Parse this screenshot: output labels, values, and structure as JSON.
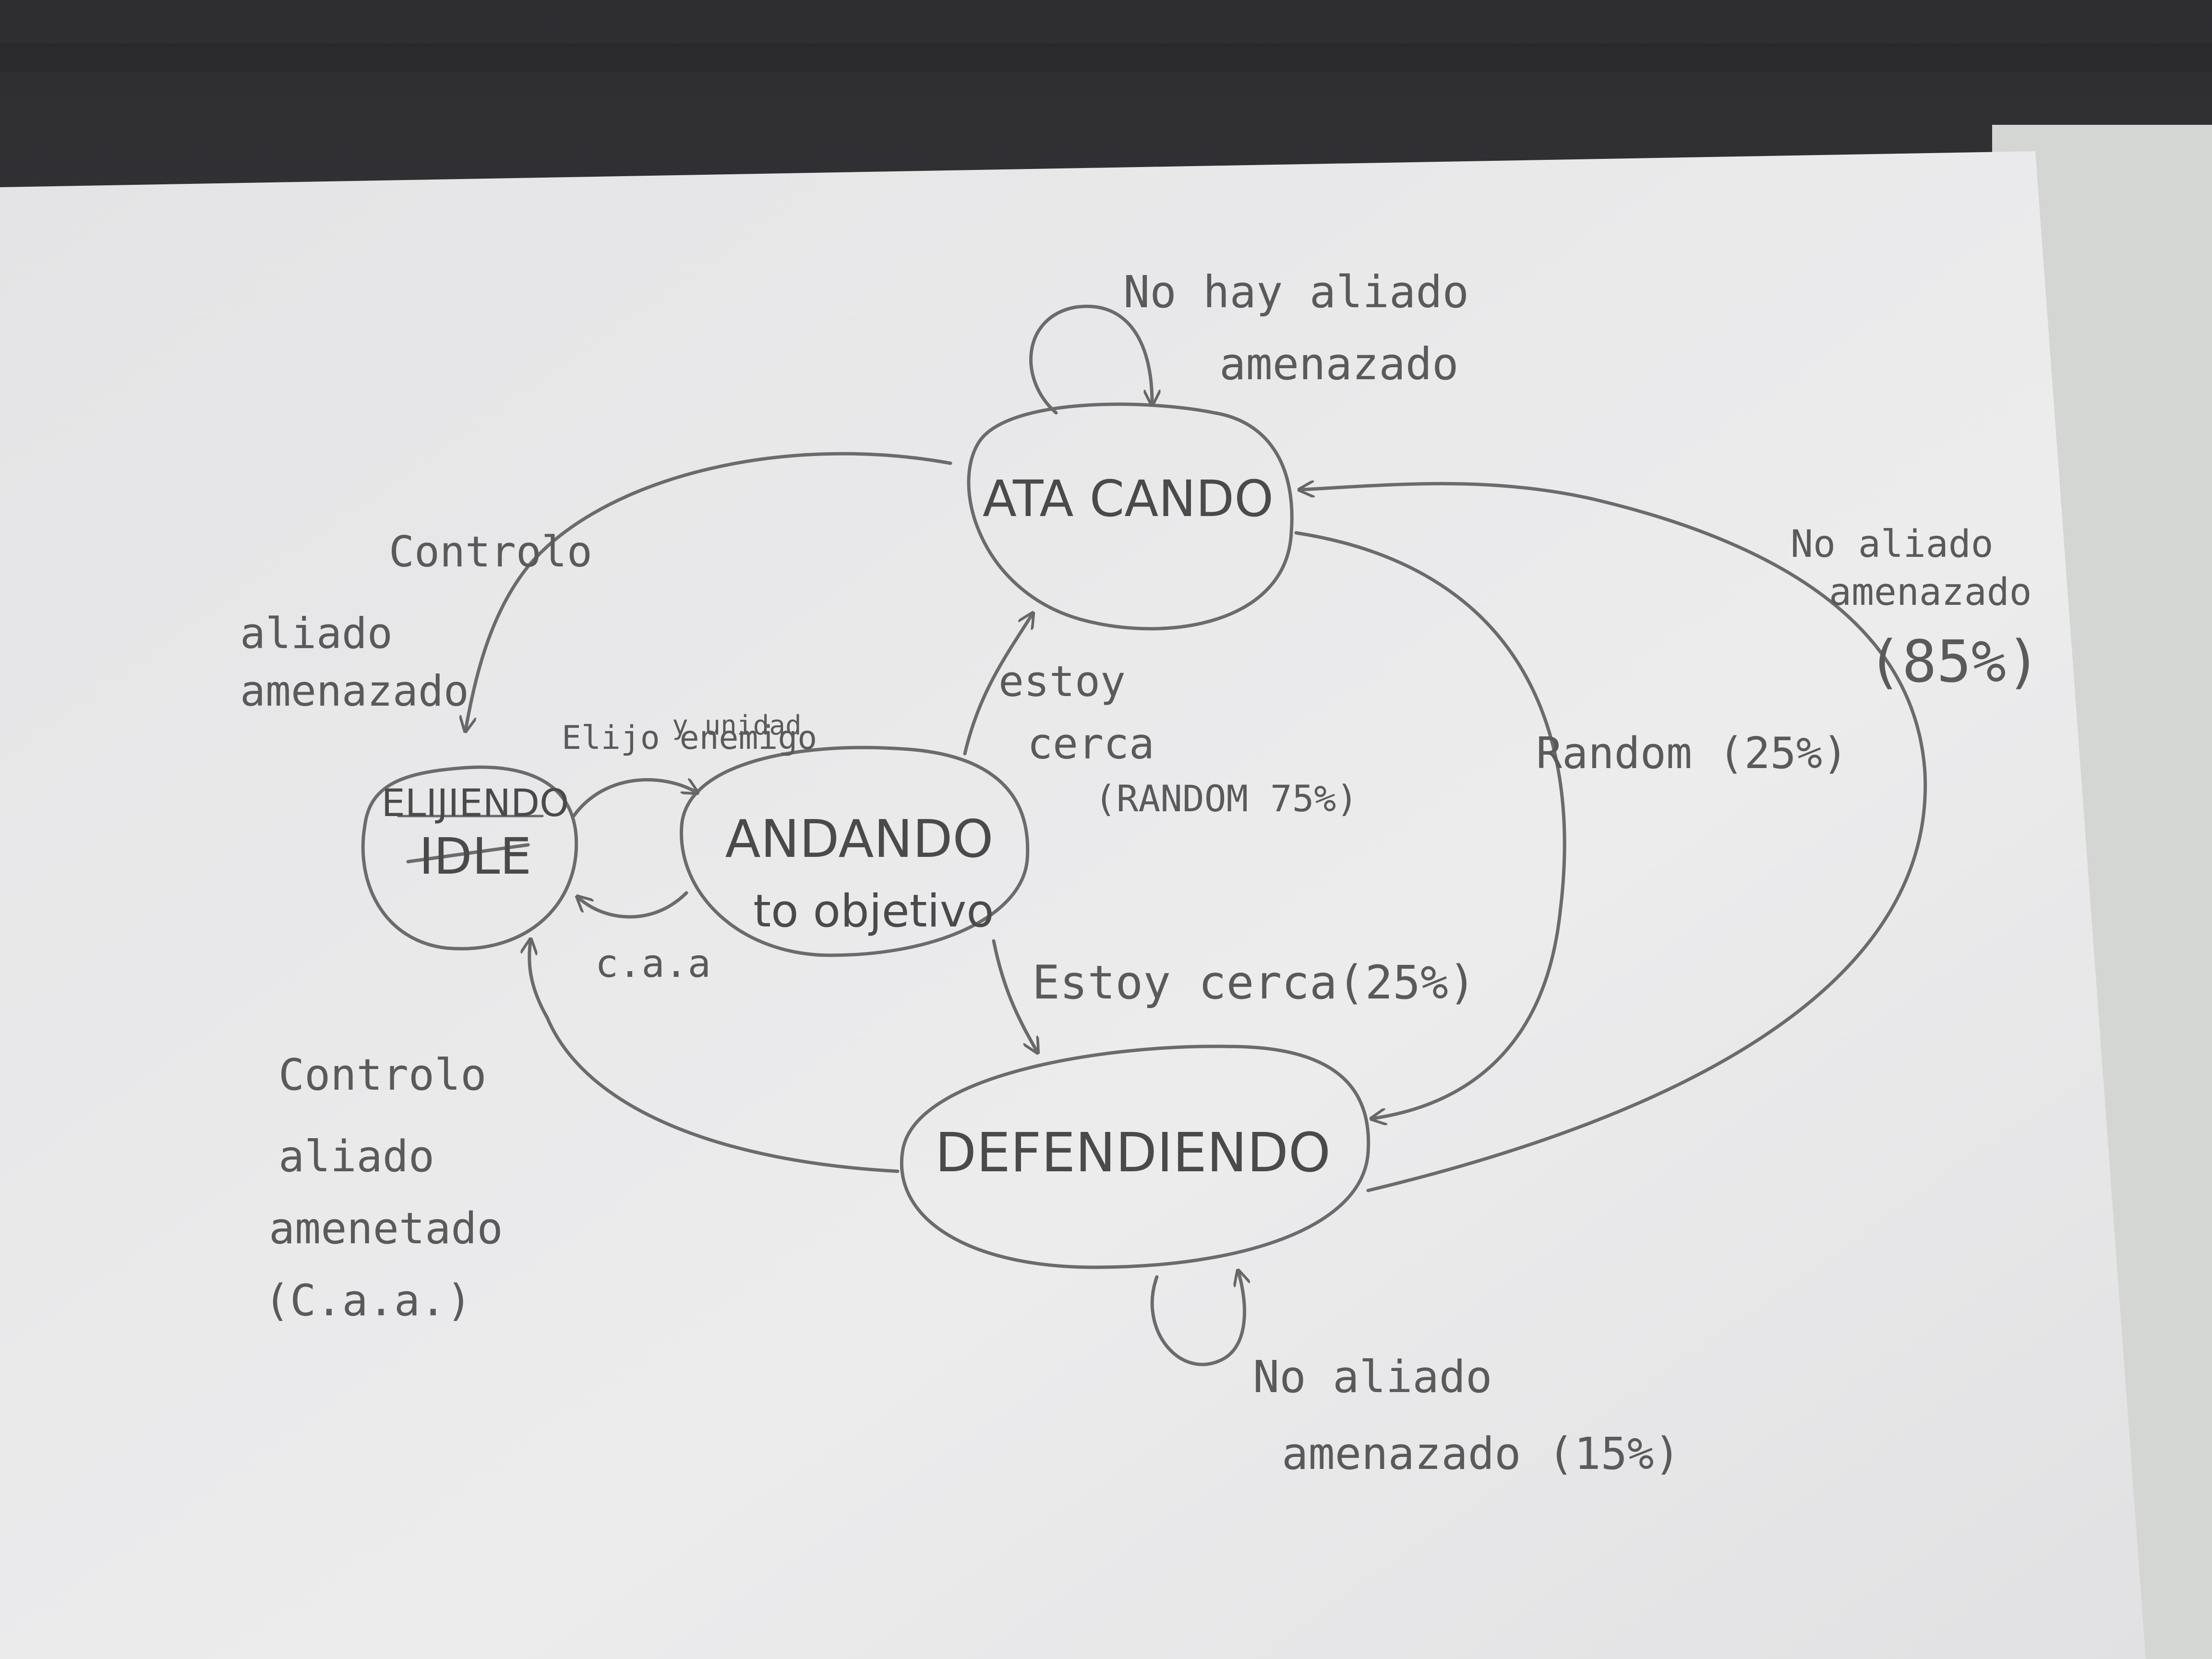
{
  "diagram": {
    "kind": "state-machine",
    "states": {
      "atacando": "ATA CANDO",
      "eligiendo": "ELIJIENDO",
      "eligiendo_struck": "IDLE",
      "andando_line1": "ANDANDO",
      "andando_line2": "to objetivo",
      "defendiendo": "DEFENDIENDO"
    },
    "transitions": {
      "atacando_self_line1": "No hay aliado",
      "atacando_self_line2": "amenazado",
      "atacando_to_eligiendo_line1": "Controlo",
      "atacando_to_eligiendo_line2": "aliado",
      "atacando_to_eligiendo_line3": "amenazado",
      "eligiendo_to_andando_line1": "Elijo enemigo",
      "eligiendo_to_andando_line2": "y unidad",
      "andando_to_eligiendo": "c.a.a",
      "andando_to_atacando_line1": "estoy",
      "andando_to_atacando_line2": "cerca",
      "andando_to_atacando_line3": "(RANDOM 75%)",
      "andando_to_defendiendo": "Estoy cerca(25%)",
      "atacando_to_defendiendo": "Random (25%)",
      "defendiendo_to_atacando_line1": "No aliado",
      "defendiendo_to_atacando_line2": "amenazado",
      "defendiendo_to_atacando_line3": "(85%)",
      "defendiendo_to_eligiendo_line1": "Controlo",
      "defendiendo_to_eligiendo_line2": "aliado",
      "defendiendo_to_eligiendo_line3": "amenetado",
      "defendiendo_to_eligiendo_line4": "(C.a.a.)",
      "defendiendo_self_line1": "No aliado",
      "defendiendo_self_line2": "amenazado (15%)"
    }
  },
  "colors": {
    "paper": "#e9e9ea",
    "pencil": "#6b6b6b",
    "desk": "#3c3c40",
    "wall": "#d7d9d6"
  }
}
